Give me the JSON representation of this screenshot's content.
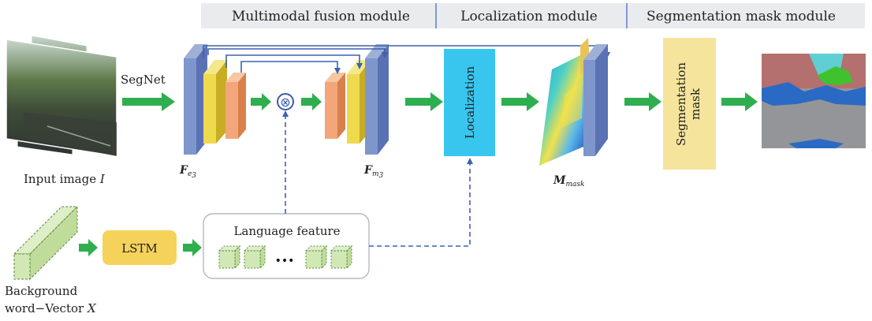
{
  "modules": {
    "fusion": "Multimodal fusion module",
    "localization": "Localization module",
    "segmentation": "Segmentation mask module"
  },
  "input": {
    "label": "Input image ",
    "symbol": "I"
  },
  "segnet": "SegNet",
  "features": {
    "fe": {
      "symbol": "F",
      "sub": "e",
      "subsub": "3"
    },
    "fm": {
      "symbol": "F",
      "sub": "m",
      "subsub": "3"
    },
    "mmask": {
      "symbol": "M",
      "sub": "mask"
    }
  },
  "localization_box": "Localization",
  "segmask_box": {
    "line1": "Segmentation",
    "line2": "mask"
  },
  "lstm": "LSTM",
  "language_feature": {
    "title": "Language feature",
    "ellipsis": "•••"
  },
  "background": {
    "line1": "Background",
    "line2": "word−Vector ",
    "symbol": "X"
  },
  "operator": "⊗"
}
